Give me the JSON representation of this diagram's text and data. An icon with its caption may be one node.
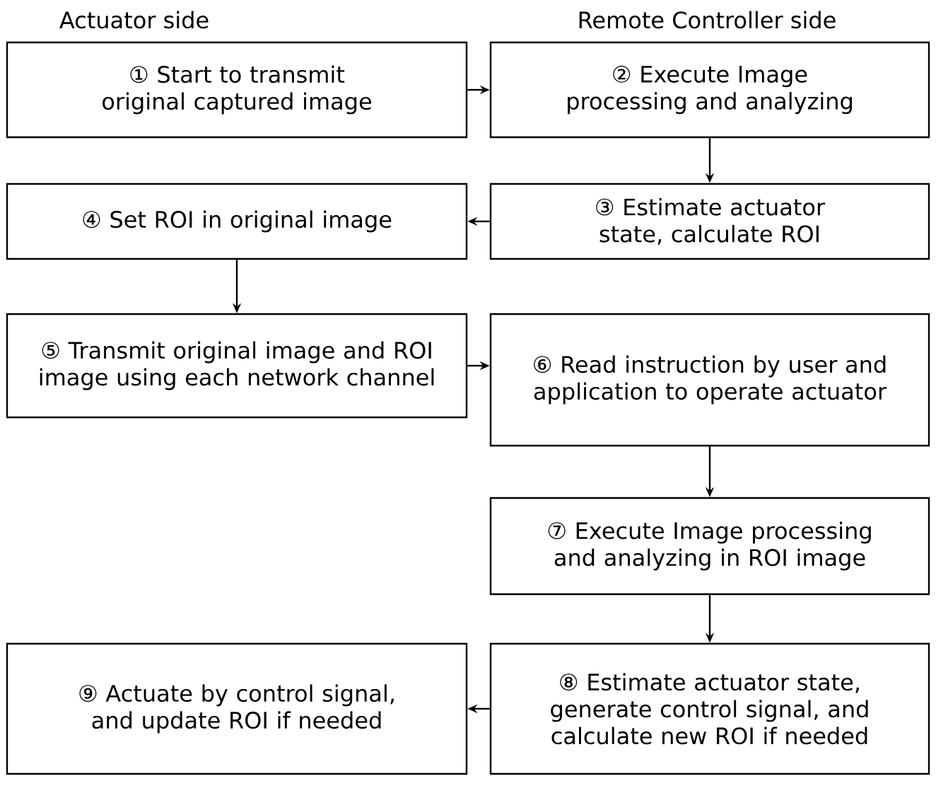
{
  "diagram": {
    "nodes": [
      {
        "text": [
          "① Start to transmit original captured image"
        ]
      },
      {
        "text": [
          "② Execute Image processing and analyzing"
        ]
      },
      {
        "text": [
          "③ Estimate actuator state, calculate ROI"
        ]
      },
      {
        "text": [
          "④ Set ROI in original image"
        ]
      },
      {
        "text": [
          "⑤ Transmit original image and ROI image using each network channel"
        ]
      },
      {
        "text": [
          "⑥ Read instruction by user and application to operate actuator"
        ]
      },
      {
        "text": [
          "⑦ Execute Image processing and analyzing in ROI image"
        ]
      },
      {
        "text": [
          "⑧ Estimate actuator state, generate control signal, and calculate new ROI if needed"
        ]
      },
      {
        "text": [
          "⑨ Actuate by control signal, and update ROI if needed"
        ]
      }
    ],
    "edges": [
      {
        "from": 0,
        "to": 1,
        "arrow": "to"
      },
      {
        "from": 1,
        "to": 2,
        "arrow": "to"
      },
      {
        "from": 2,
        "to": 3,
        "arrow": "to"
      },
      {
        "from": 3,
        "to": 4,
        "arrow": "to"
      },
      {
        "from": 4,
        "to": 5,
        "arrow": "to"
      },
      {
        "from": 5,
        "to": 6,
        "arrow": "to"
      },
      {
        "from": 6,
        "to": 7,
        "arrow": "to"
      },
      {
        "from": 7,
        "to": 8,
        "arrow": "to"
      }
    ],
    "labels": [
      "Actuator side",
      "Remote Controller side"
    ]
  }
}
